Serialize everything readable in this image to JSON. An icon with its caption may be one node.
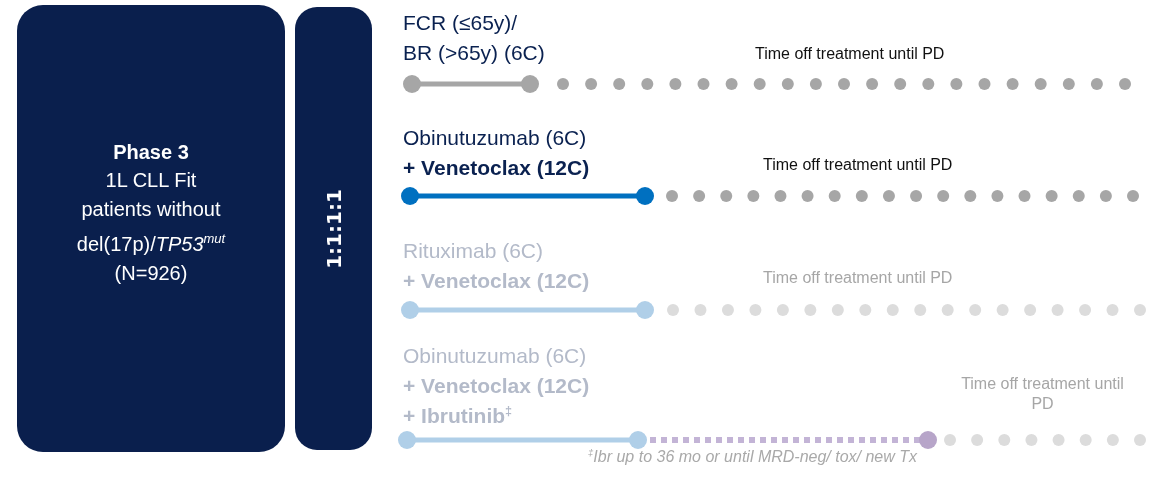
{
  "diagram": {
    "nodes": [
      {
        "text": [
          "Phase 3",
          "1L CLL Fit patients without del(17p)/*TP53*$^{mut}$ (N=926)"
        ]
      },
      {
        "text": [
          "1:1:1:1"
        ]
      }
    ],
    "labels": [
      "FCR (≤65y)/",
      "BR (>65y) (6C)",
      "Time off treatment until PD",
      "Obinutuzumab (6C)",
      "+ Venetoclax (12C)",
      "Time off treatment until PD",
      "Rituximab (6C)",
      "+ Venetoclax (12C)",
      "Time off treatment until PD",
      "Obinutuzumab (6C)",
      "+ Venetoclax (12C)",
      "+ Ibrutinib$^{‡}$",
      "Time off treatment until PD",
      "$^{‡}$Ibr up to 36 mo or until MRD-neg/ tox/ new Tx"
    ]
  }
}
